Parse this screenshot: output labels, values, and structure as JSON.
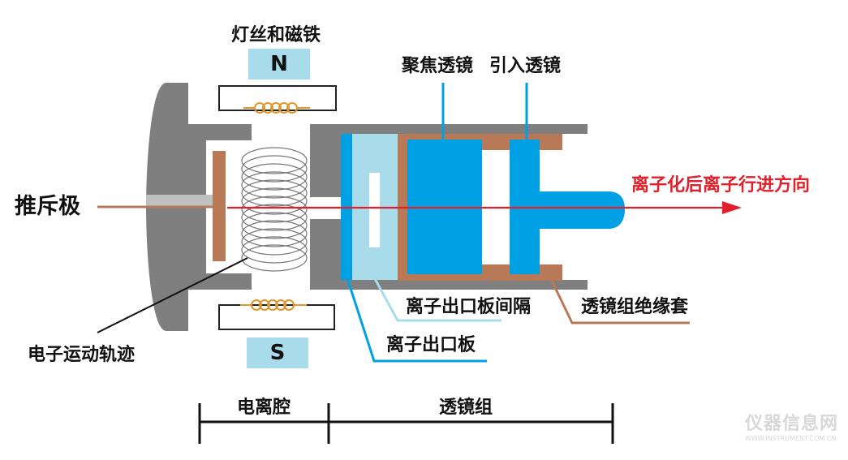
{
  "labels": {
    "filament_magnet": "灯丝和磁铁",
    "magnet_n": "N",
    "magnet_s": "S",
    "focus_lens": "聚焦透镜",
    "entrance_lens": "引入透镜",
    "repeller": "推斥极",
    "ion_direction": "离子化后离子行进方向",
    "exit_plate_gap": "离子出口板间隔",
    "lens_insulator": "透镜组绝缘套",
    "electron_path": "电子运动轨迹",
    "exit_plate": "离子出口板",
    "ion_chamber": "电离腔",
    "lens_group": "透镜组"
  },
  "watermark": {
    "text": "仪器信息网",
    "sub": "WWW.INSTRUMENT.COM.CN"
  },
  "colors": {
    "body_gray": "#7f7f7f",
    "electrode_brown": "#b87a56",
    "lens_blue": "#00a0e4",
    "gap_light_blue": "#a8dcea",
    "magnet_light_blue": "#a8dcea",
    "arrow_red": "#e0202a",
    "filament_gray": "#777777",
    "coil_orange": "#e0962a"
  }
}
